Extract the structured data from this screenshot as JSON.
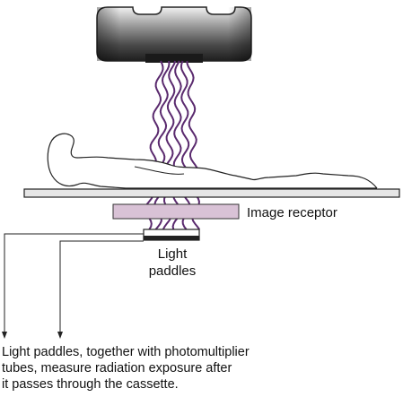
{
  "labels": {
    "image_receptor": "Image receptor",
    "light_paddles_line1": "Light",
    "light_paddles_line2": "paddles"
  },
  "caption": {
    "line1": "Light paddles, together with photomultiplier",
    "line2": "tubes, measure radiation exposure after",
    "line3": "it passes through the cassette."
  },
  "colors": {
    "xray_beam": "#5a2a6e",
    "image_receptor_fill": "#d9c2d6",
    "paddle_fill": "#222222",
    "table_fill": "#e6e6e6",
    "outline": "#222222"
  },
  "icons": {
    "tube": "x-ray-tube-icon",
    "patient": "patient-outline-icon"
  }
}
